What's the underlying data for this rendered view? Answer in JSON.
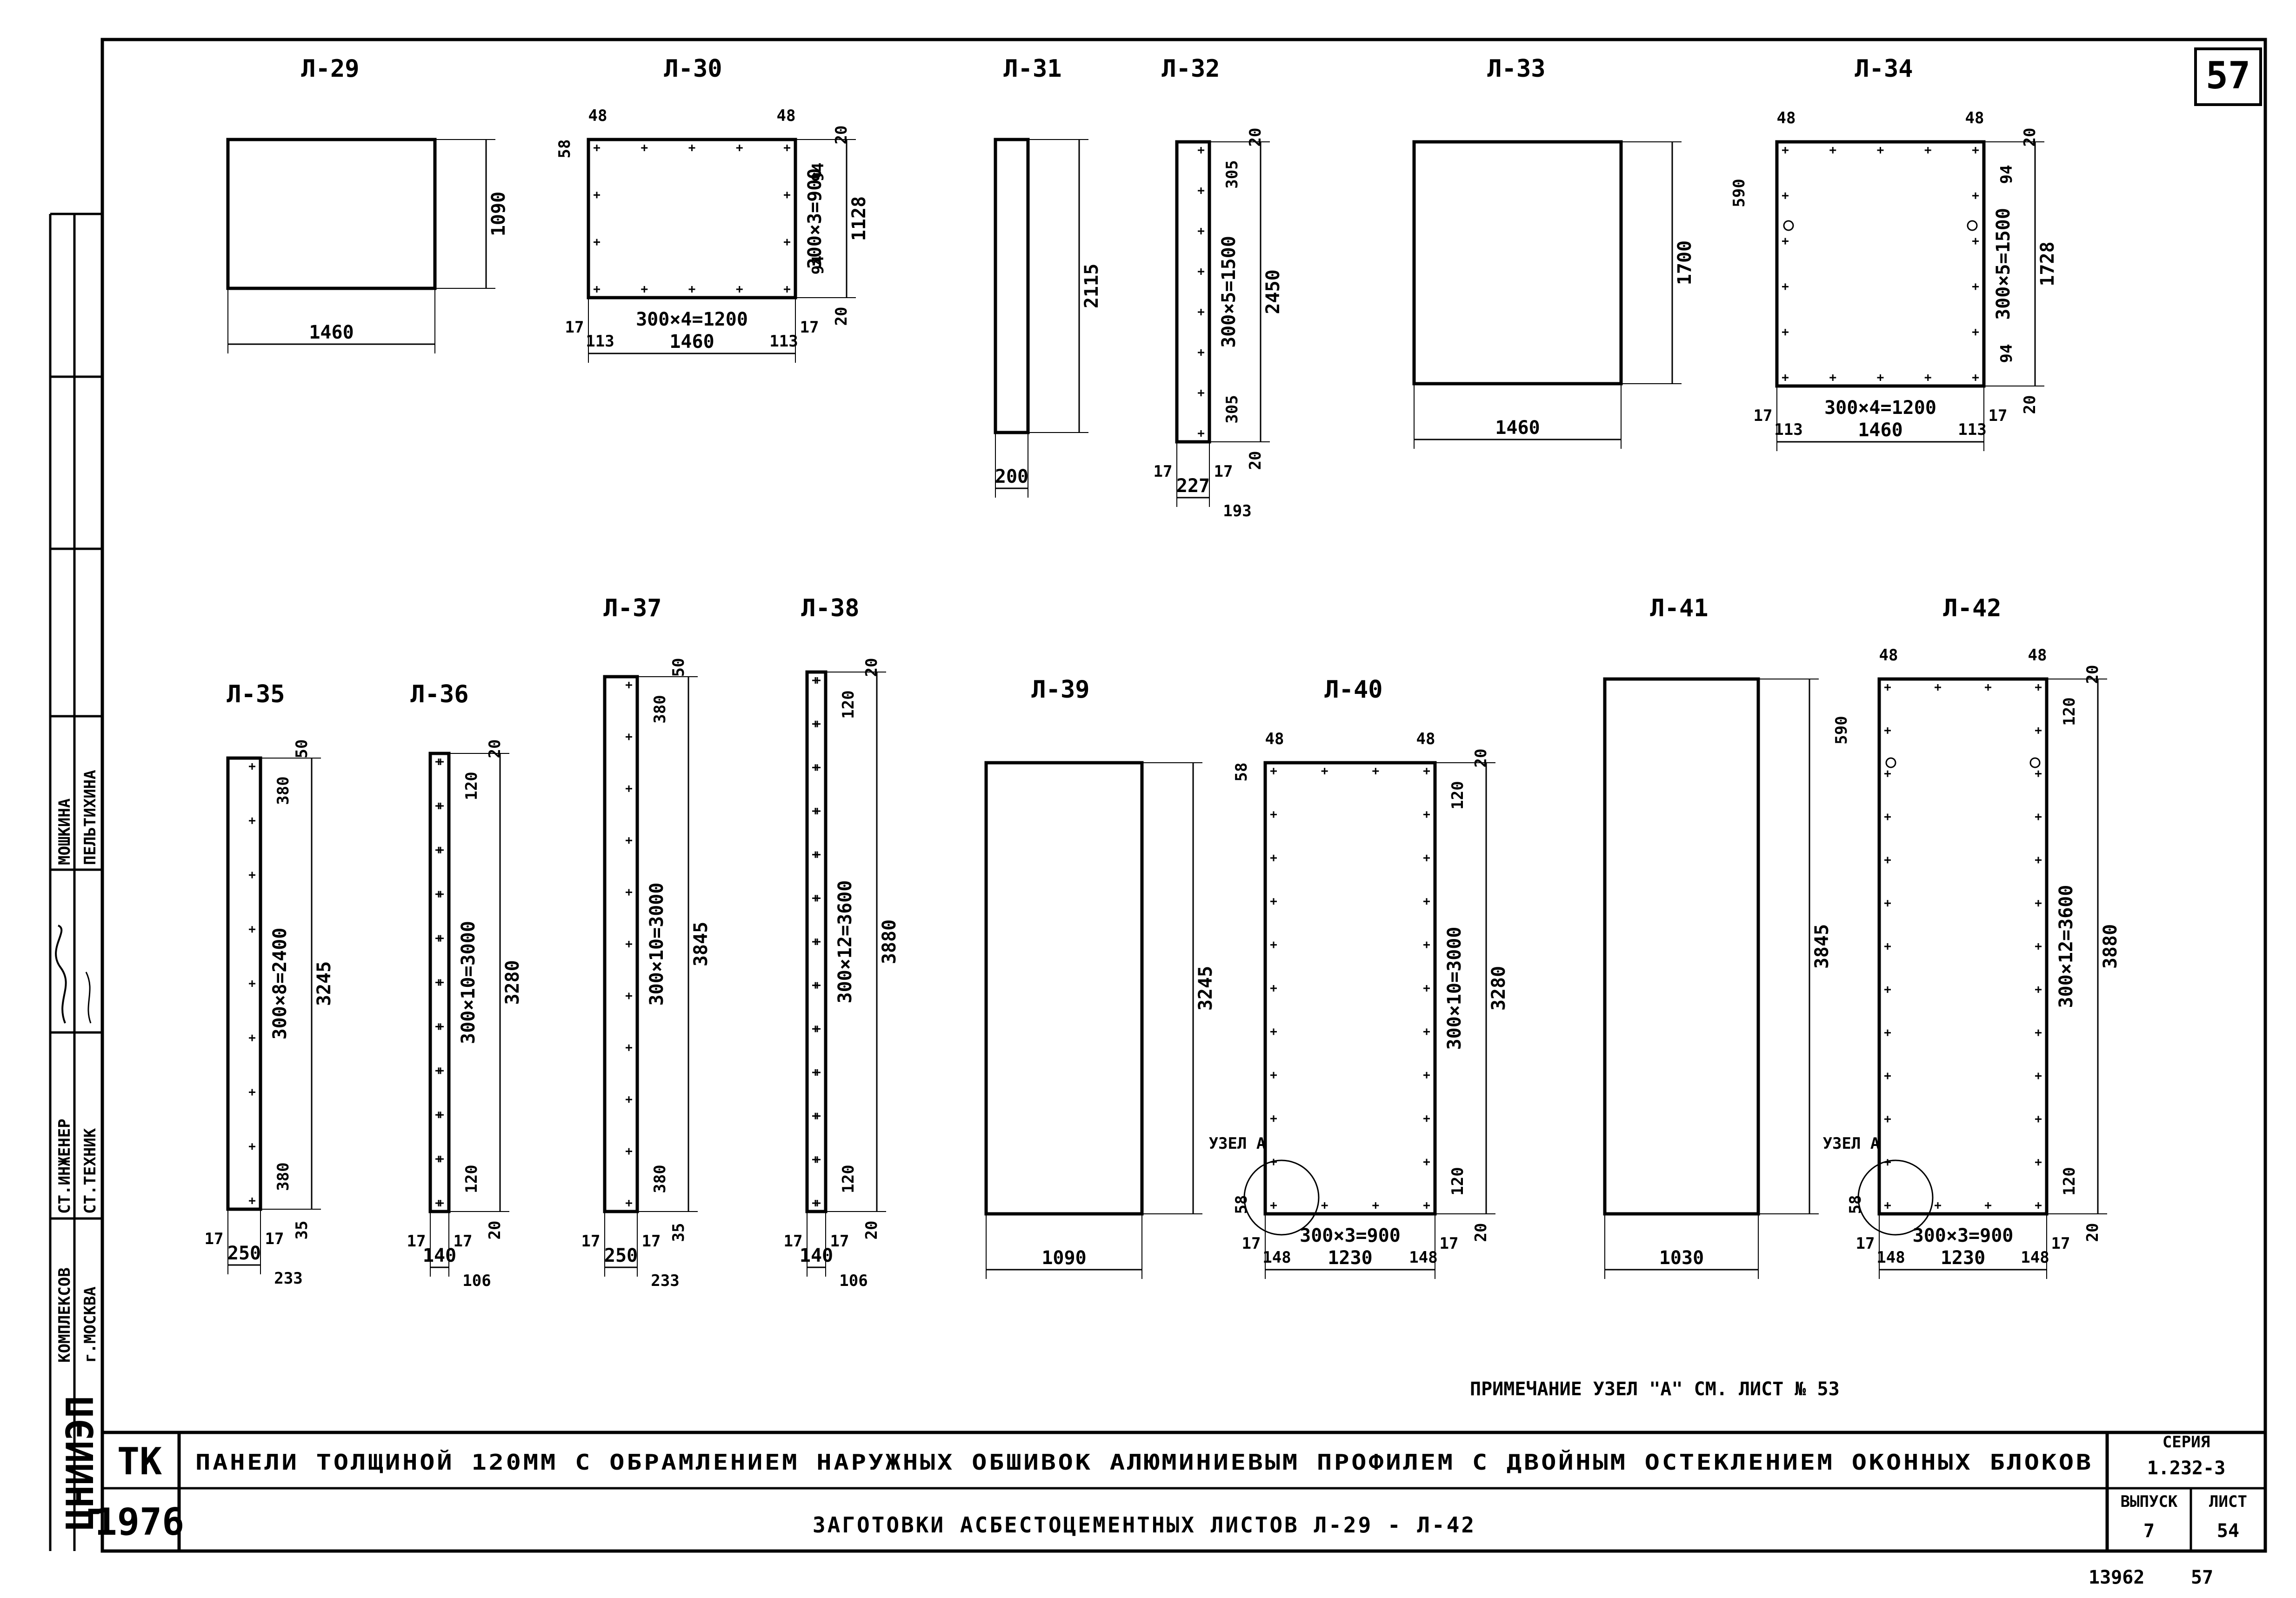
{
  "sheet_number": "57",
  "footer_doc": "13962",
  "footer_page": "57",
  "side_stamp": {
    "org": "ЦНИИЭП",
    "org_sub": "КОМПЛЕКСОВ",
    "city": "г.МОСКВА",
    "role1": "СТ.ИНЖЕНЕР",
    "role2": "СТ.ТЕХНИК",
    "name1": "МОШКИНА",
    "name2": "ПЕЛЬТИХИНА"
  },
  "title_block": {
    "tk": "ТК",
    "year": "1976",
    "line1": "ПАНЕЛИ ТОЛЩИНОЙ 120ММ С ОБРАМЛЕНИЕМ НАРУЖНЫХ ОБШИВОК АЛЮМИНИЕВЫМ ПРОФИЛЕМ С ДВОЙНЫМ ОСТЕКЛЕНИЕМ ОКОННЫХ БЛОКОВ",
    "line2": "ЗАГОТОВКИ АСБЕСТОЦЕМЕНТНЫХ ЛИСТОВ Л-29 - Л-42",
    "series_label": "СЕРИЯ",
    "series_value": "1.232-3",
    "issue_label": "ВЫПУСК",
    "issue_value": "7",
    "sheet_label": "ЛИСТ",
    "sheet_value": "54"
  },
  "note": "ПРИМЕЧАНИЕ УЗЕЛ \"А\" СМ. ЛИСТ № 53",
  "panels": [
    {
      "id": "L29",
      "label": "Л-29",
      "width": "1460",
      "height": "1090"
    },
    {
      "id": "L30",
      "label": "Л-30",
      "width": "1460",
      "height": "1128",
      "edge": "48",
      "edge_right": "48",
      "top_offset": "58",
      "pitch_x": "300×4=1200",
      "pitch_y": "300×3=900",
      "margin_x": "113",
      "side": "17",
      "end": "94",
      "gap": "20"
    },
    {
      "id": "L31",
      "label": "Л-31",
      "width": "200",
      "height": "2115"
    },
    {
      "id": "L32",
      "label": "Л-32",
      "width": "227",
      "height": "2450",
      "inner": "193",
      "side": "17",
      "pitch_y": "300×5=1500",
      "end": "305",
      "gap": "20"
    },
    {
      "id": "L33",
      "label": "Л-33",
      "width": "1460",
      "height": "1700"
    },
    {
      "id": "L34",
      "label": "Л-34",
      "width": "1460",
      "height": "1728",
      "edge": "48",
      "edge_right": "48",
      "hole": "590",
      "pitch_x": "300×4=1200",
      "pitch_y": "300×5=1500",
      "margin_x": "113",
      "side": "17",
      "end": "94",
      "gap": "20"
    },
    {
      "id": "L35",
      "label": "Л-35",
      "width": "250",
      "height": "3245",
      "inner": "233",
      "side": "17",
      "pitch_y": "300×8=2400",
      "end": "380",
      "top": "50",
      "bottom": "35"
    },
    {
      "id": "L36",
      "label": "Л-36",
      "width": "140",
      "height": "3280",
      "inner": "106",
      "side": "17",
      "pitch_y": "300×10=3000",
      "end": "120",
      "gap": "20"
    },
    {
      "id": "L37",
      "label": "Л-37",
      "width": "250",
      "height": "3845",
      "inner": "233",
      "side": "17",
      "pitch_y": "300×10=3000",
      "end": "380",
      "top": "50",
      "bottom": "35"
    },
    {
      "id": "L38",
      "label": "Л-38",
      "width": "140",
      "height": "3880",
      "inner": "106",
      "side": "17",
      "pitch_y": "300×12=3600",
      "end": "120",
      "gap": "20"
    },
    {
      "id": "L39",
      "label": "Л-39",
      "width": "1090",
      "height": "3245"
    },
    {
      "id": "L40",
      "label": "Л-40",
      "width": "1230",
      "height": "3280",
      "edge": "48",
      "edge_right": "48",
      "top_offset": "58",
      "bottom_offset": "58",
      "node": "УЗЕЛ А",
      "pitch_x": "300×3=900",
      "pitch_y": "300×10=3000",
      "margin_x": "148",
      "side": "17",
      "end": "120",
      "gap": "20"
    },
    {
      "id": "L41",
      "label": "Л-41",
      "width": "1030",
      "height": "3845"
    },
    {
      "id": "L42",
      "label": "Л-42",
      "width": "1230",
      "height": "3880",
      "edge": "48",
      "edge_right": "48",
      "hole": "590",
      "bottom_offset": "58",
      "node": "УЗЕЛ А",
      "pitch_x": "300×3=900",
      "pitch_y": "300×12=3600",
      "margin_x": "148",
      "side": "17",
      "end": "120",
      "gap": "20"
    }
  ]
}
